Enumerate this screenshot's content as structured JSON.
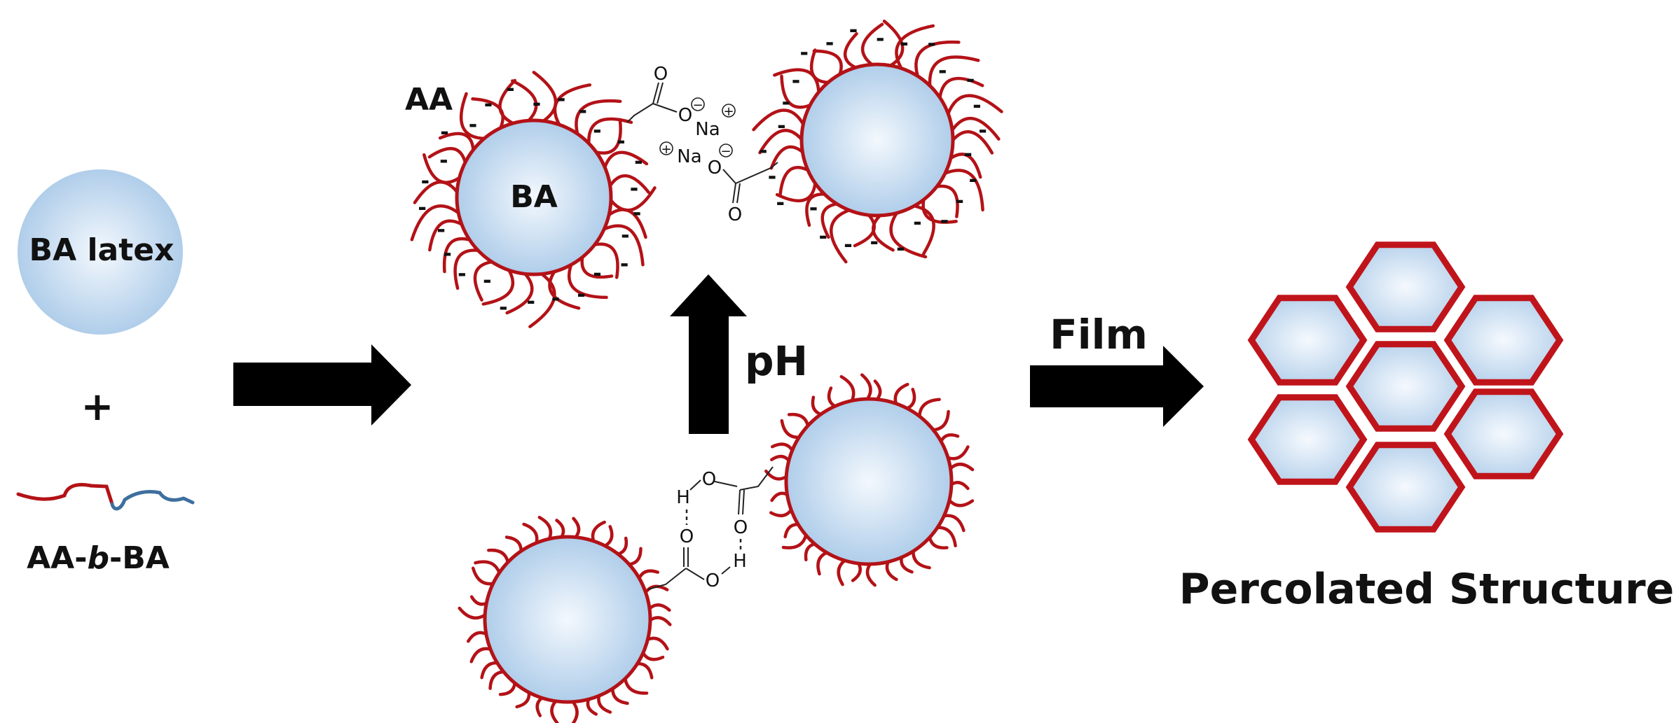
{
  "labels": {
    "latex": "BA latex",
    "plus": "+",
    "copolymer_prefix": "AA-",
    "copolymer_italic": "b",
    "copolymer_suffix": "-BA",
    "aa": "AA",
    "ba": "BA",
    "ph": "pH",
    "film": "Film",
    "structure": "Percolated Structure"
  },
  "chem": {
    "oxygen": "O",
    "hydrogen": "H",
    "sodium": "Na",
    "minus": "−",
    "plus": "+"
  },
  "colors": {
    "particle_fill_center": "#f3f8fd",
    "particle_fill_edge": "#a9c9e8",
    "brush_red": "#b31217",
    "block_blue": "#3e6f9e",
    "arrow": "#000000"
  }
}
